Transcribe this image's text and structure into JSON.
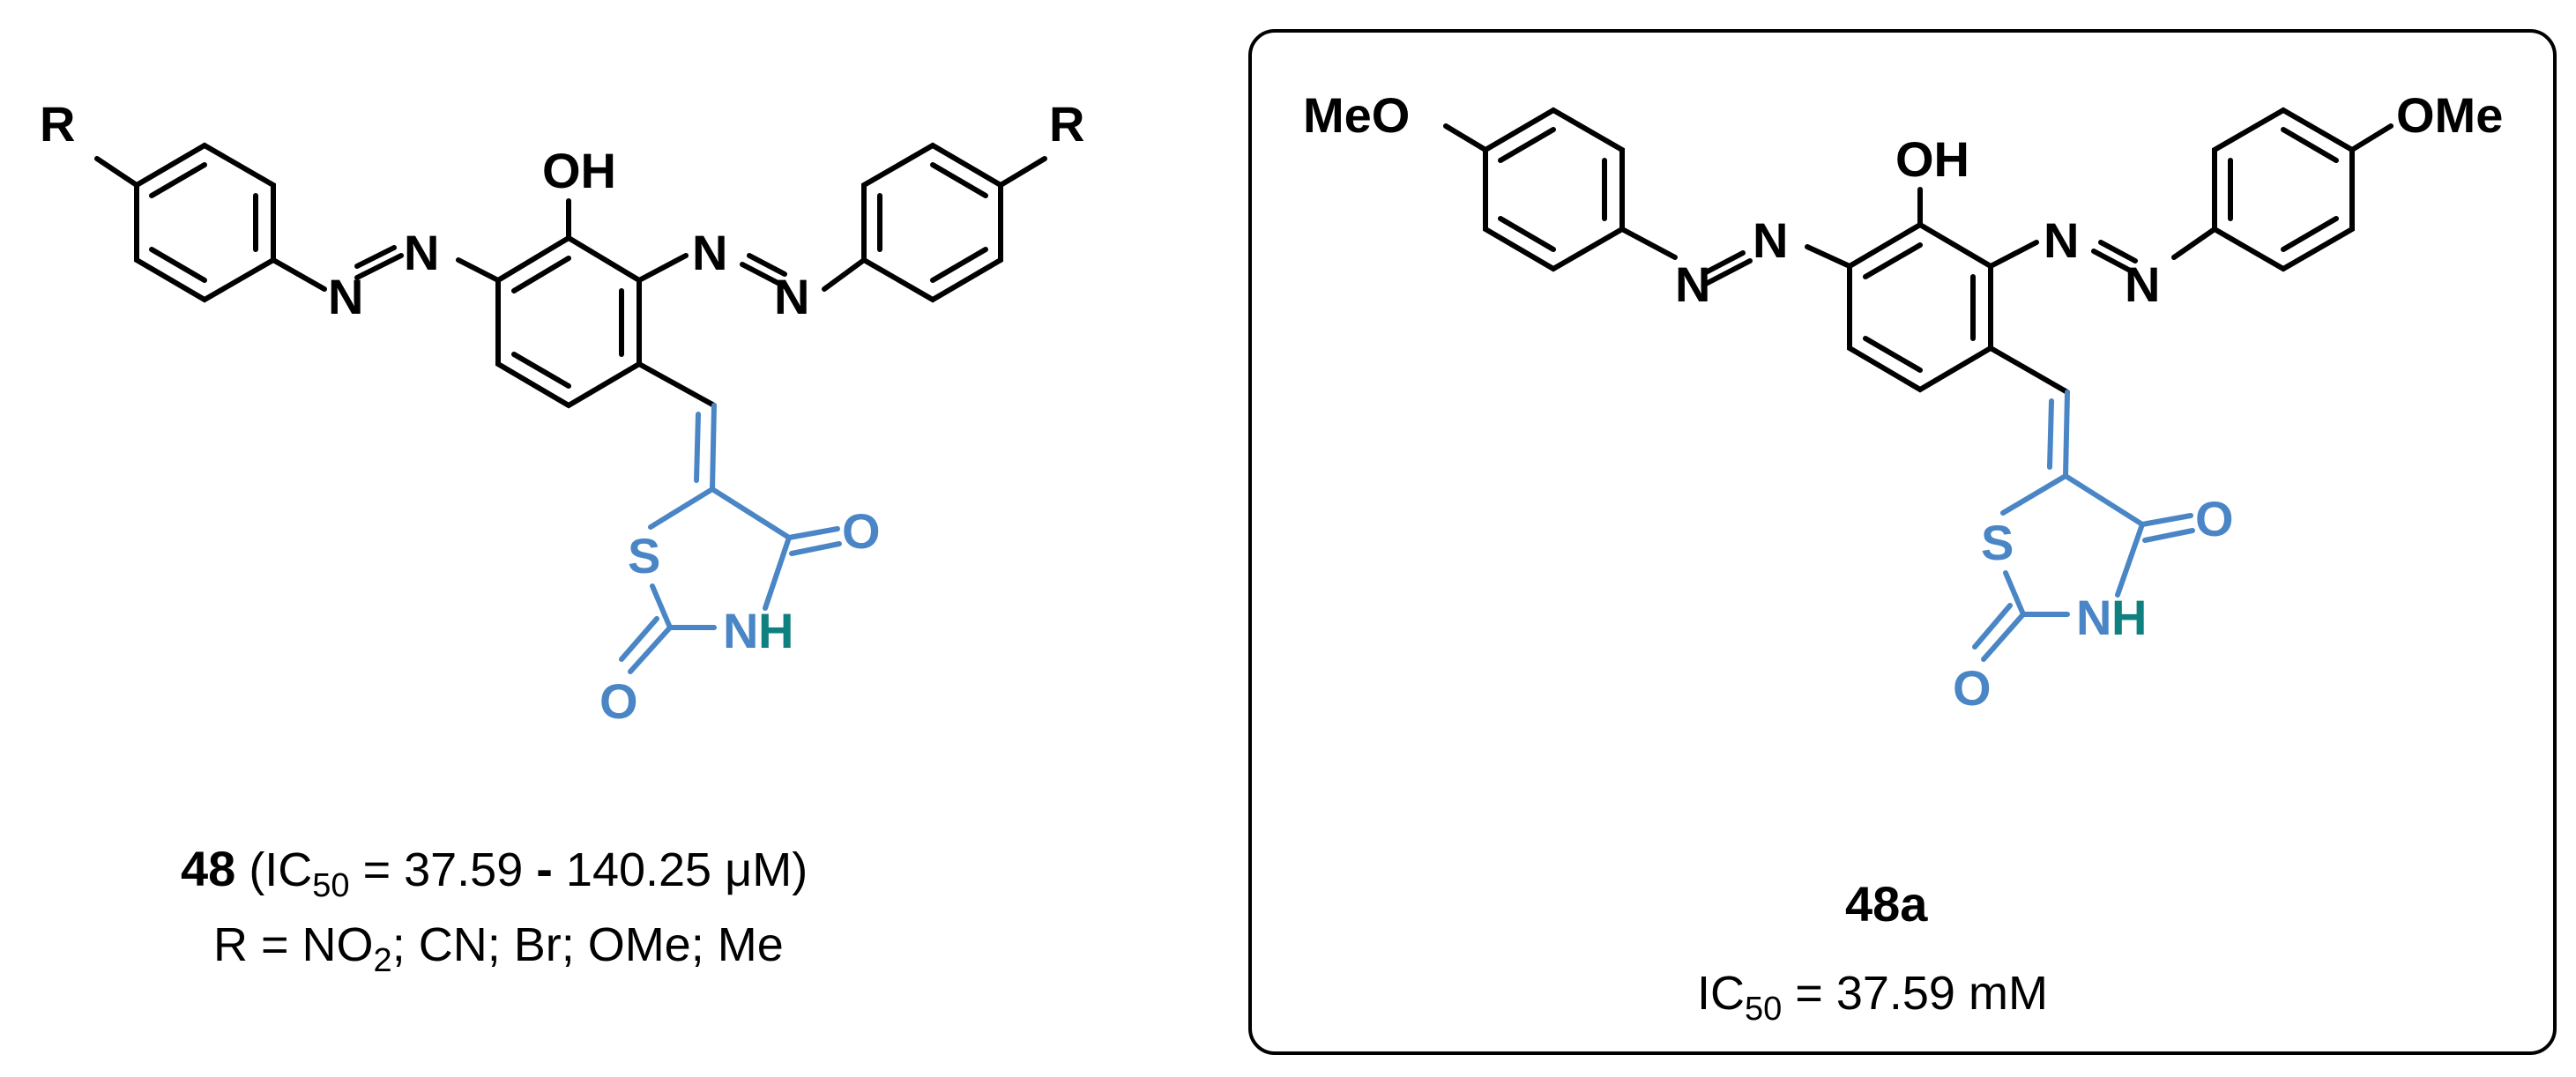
{
  "left_structure": {
    "substituent_left": "R",
    "substituent_right": "R",
    "hydroxyl": "OH",
    "azo_left_n1": "N",
    "azo_left_n2": "N",
    "azo_right_n1": "N",
    "azo_right_n2": "N",
    "ring_s": "S",
    "carbonyl_o_top": "O",
    "carbonyl_o_bottom": "O",
    "imide_n": "N",
    "imide_h": "H",
    "compound_number": "48",
    "ic50_open": "(IC",
    "ic50_sub": "50",
    "ic50_value": " = 37.59 ",
    "ic50_dash": "-",
    "ic50_range_end": " 140.25 μM)",
    "r_line_a": "R = NO",
    "r_line_sub": "2",
    "r_line_b": "; CN; Br; OMe; Me"
  },
  "right_structure": {
    "substituent_left": "MeO",
    "substituent_right": "OMe",
    "hydroxyl": "OH",
    "azo_left_n1": "N",
    "azo_left_n2": "N",
    "azo_right_n1": "N",
    "azo_right_n2": "N",
    "ring_s": "S",
    "carbonyl_o_top": "O",
    "carbonyl_o_bottom": "O",
    "imide_n": "N",
    "imide_h": "H",
    "compound_label": "48a",
    "ic50_prefix": "IC",
    "ic50_sub": "50",
    "ic50_value": " = 37.59 mM"
  },
  "colors": {
    "bond_black": "#000000",
    "thiazolidinedione_blue": "#4a86c6",
    "nh_hydrogen_teal": "#0f8080"
  }
}
